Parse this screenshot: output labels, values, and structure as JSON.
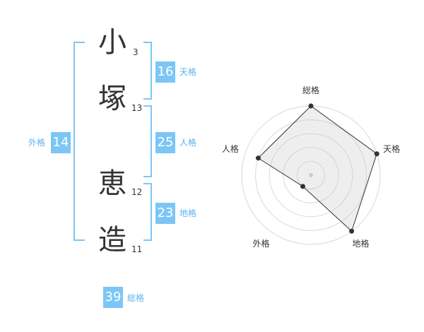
{
  "name": [
    {
      "char": "小",
      "strokes": "3"
    },
    {
      "char": "塚",
      "strokes": "13"
    },
    {
      "char": "恵",
      "strokes": "12"
    },
    {
      "char": "造",
      "strokes": "11"
    }
  ],
  "kakusu": {
    "tenkaku": {
      "value": "16",
      "label": "天格"
    },
    "jinkaku": {
      "value": "25",
      "label": "人格"
    },
    "chikaku": {
      "value": "23",
      "label": "地格"
    },
    "gaikaku": {
      "value": "14",
      "label": "外格"
    },
    "soukaku": {
      "value": "39",
      "label": "総格"
    }
  },
  "colors": {
    "accent": "#7cc6f6",
    "bracket": "#7cc6f6",
    "text": "#333333"
  },
  "chart_data": {
    "type": "radar",
    "axes": [
      "総格",
      "天格",
      "地格",
      "外格",
      "人格"
    ],
    "values": [
      1.0,
      1.0,
      1.0,
      0.2,
      0.8
    ],
    "max": 1.0,
    "rings": 5
  }
}
